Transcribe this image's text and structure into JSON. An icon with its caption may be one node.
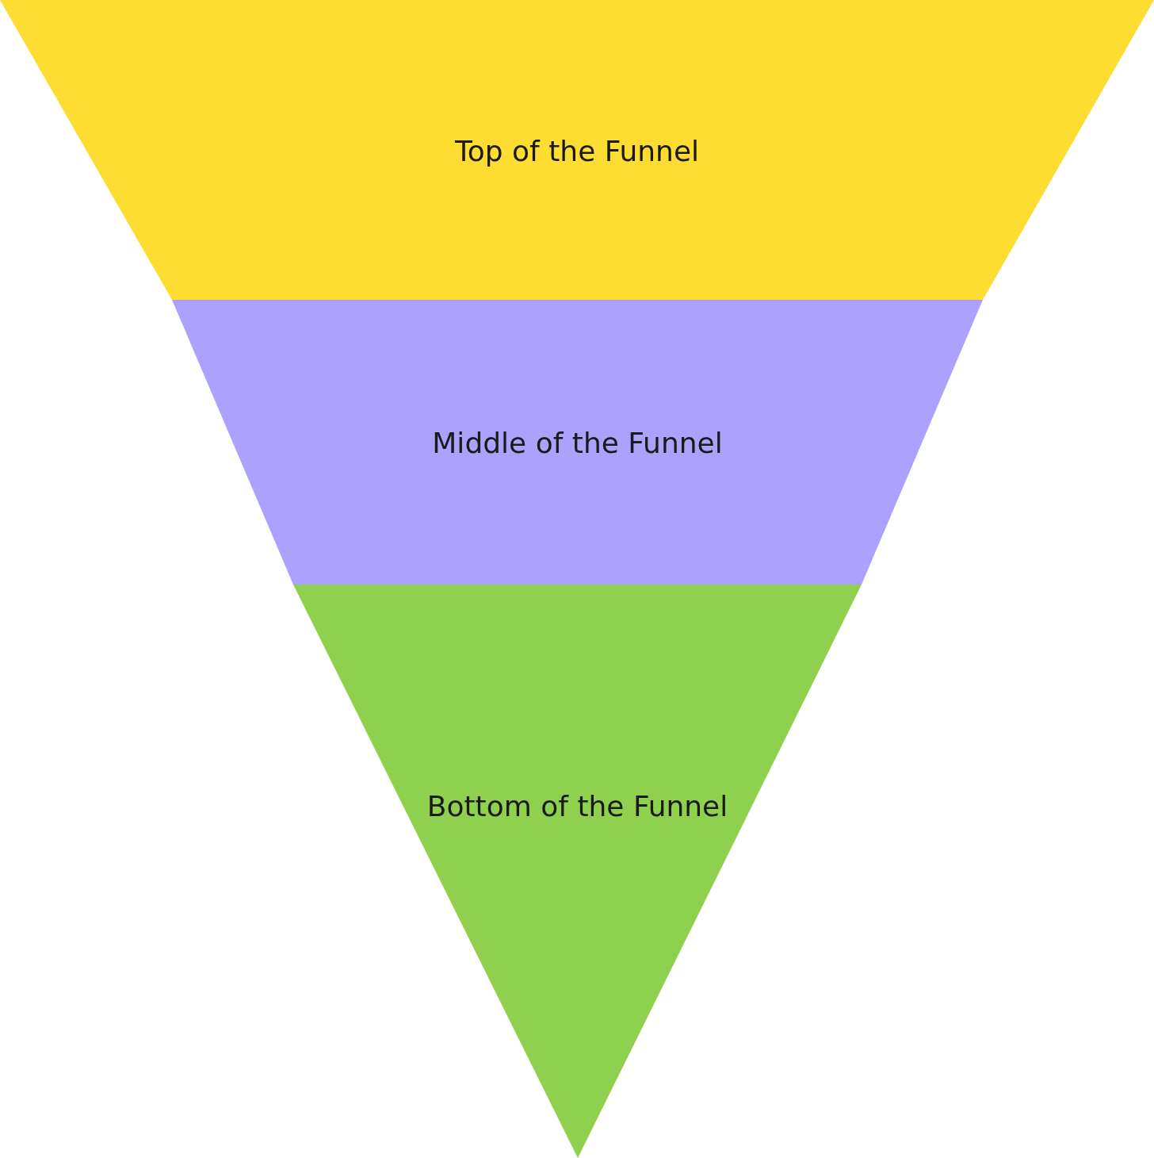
{
  "diagram": {
    "nodes": [
      {
        "text": [
          "Top of the Funnel"
        ]
      },
      {
        "text": [
          "Middle of the Funnel"
        ]
      },
      {
        "text": [
          "Bottom of the Funnel"
        ]
      }
    ]
  }
}
